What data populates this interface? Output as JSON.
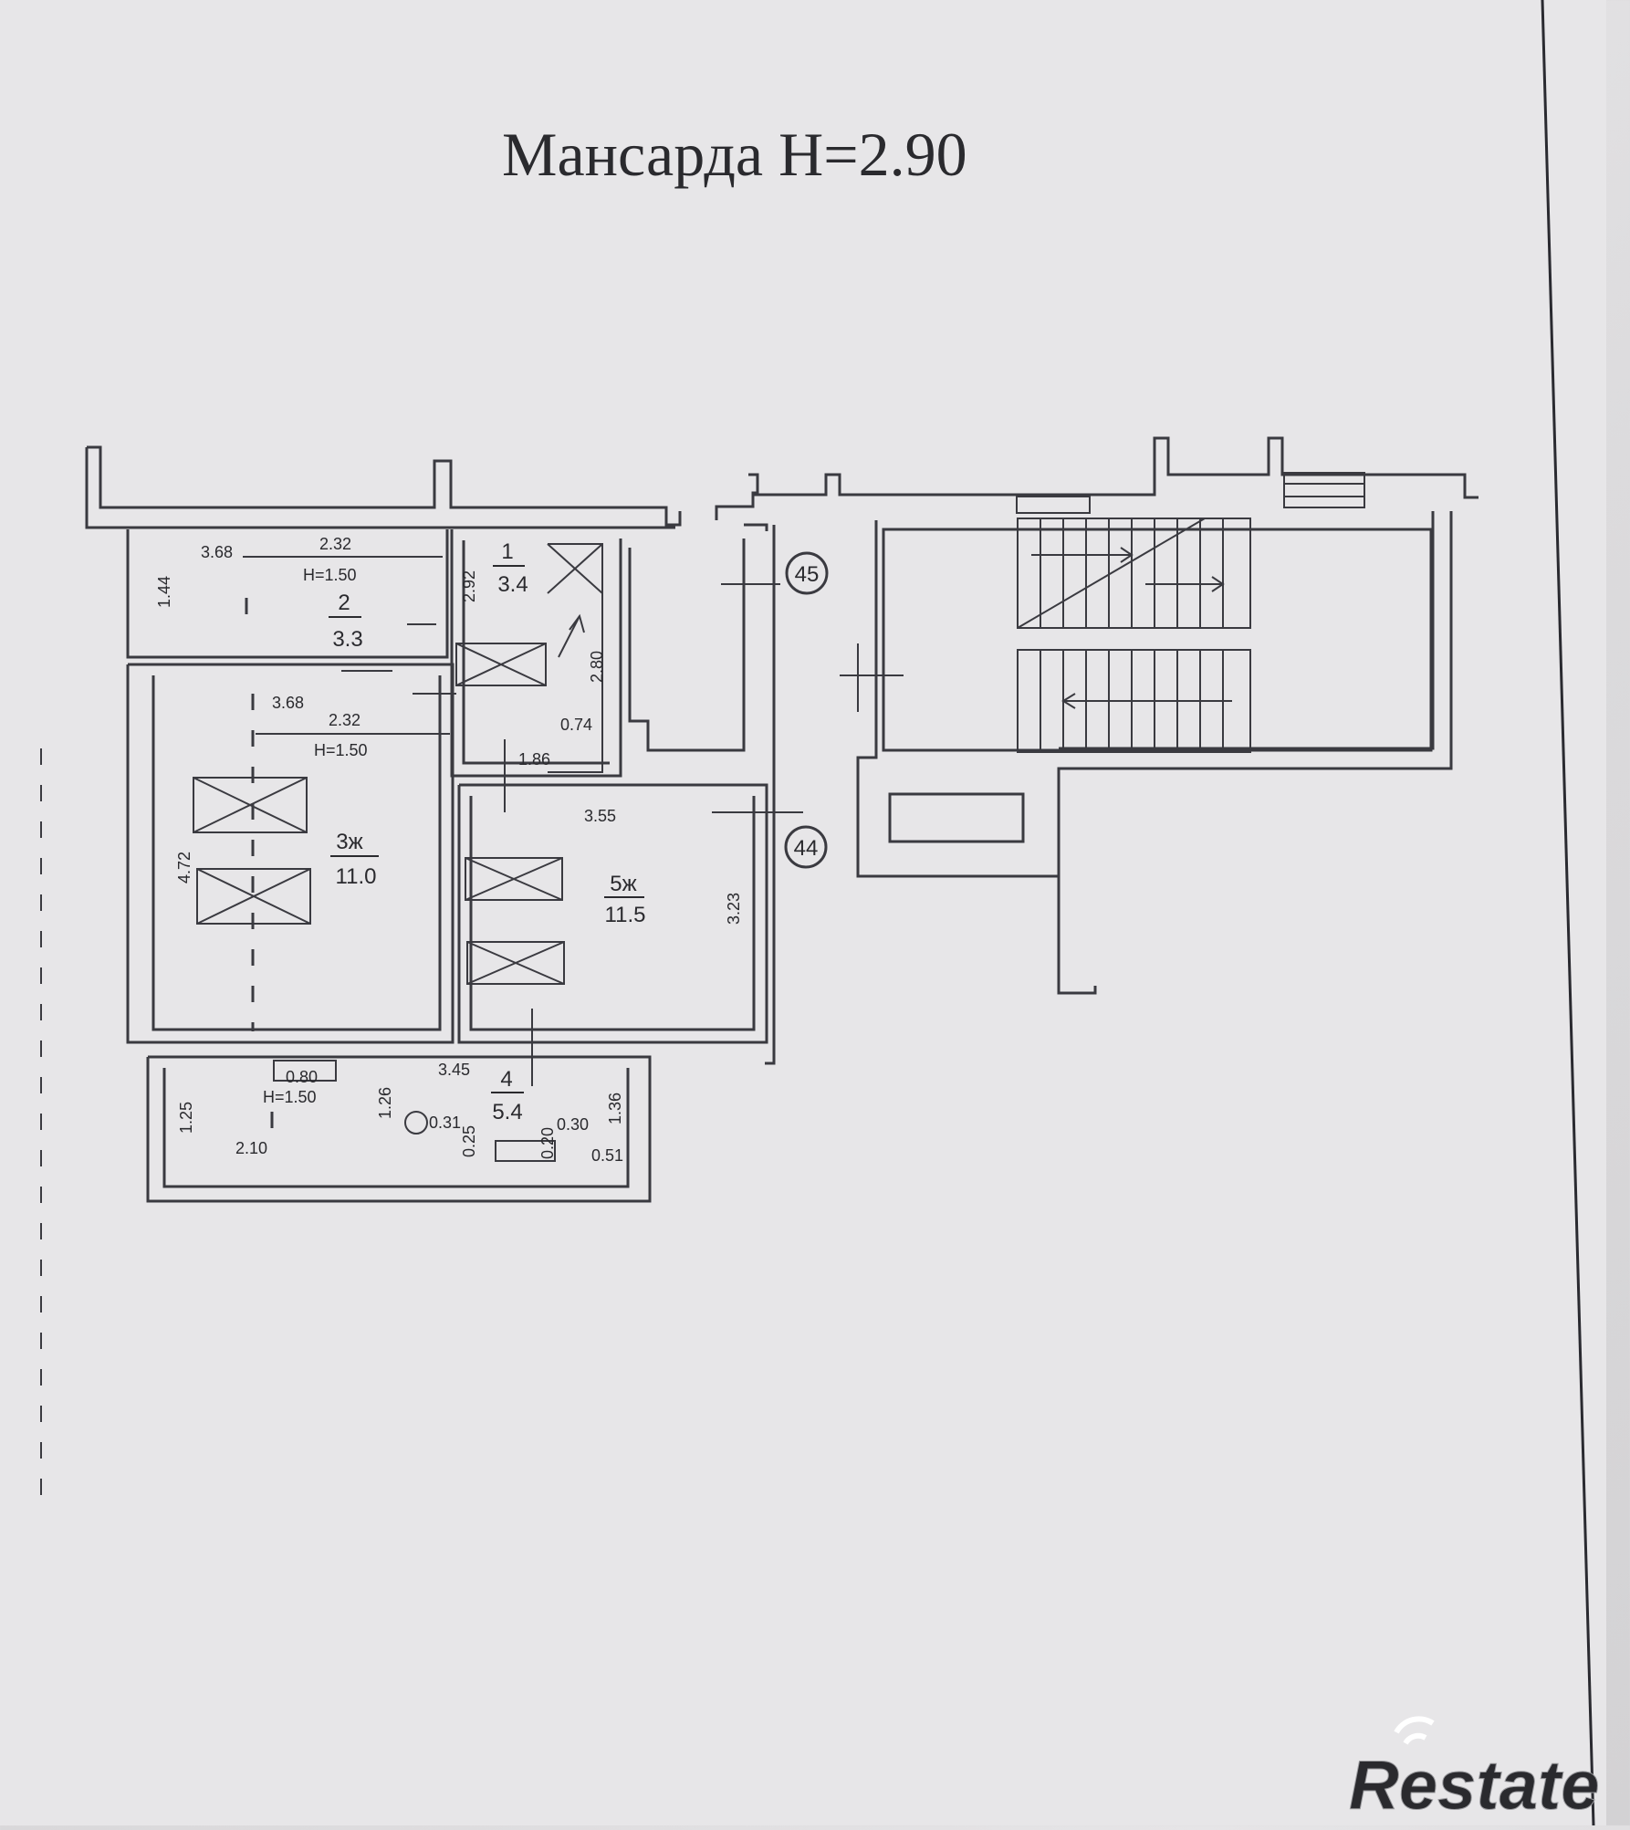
{
  "title": "Мансарда  H=2.90",
  "watermark": "Restate",
  "colors": {
    "paper": "#dedde0",
    "ink": "#3a3a40",
    "watermark": "#ffffff"
  },
  "rooms": [
    {
      "id": "room-1",
      "number": "1",
      "area": "3.4"
    },
    {
      "id": "room-2",
      "number": "2",
      "area": "3.3"
    },
    {
      "id": "room-3",
      "number": "3ж",
      "area": "11.0"
    },
    {
      "id": "room-4",
      "number": "4",
      "area": "5.4"
    },
    {
      "id": "room-5",
      "number": "5ж",
      "area": "11.5"
    }
  ],
  "axis_markers": [
    "45",
    "44"
  ],
  "dimensions": {
    "r2_w_left": "3.68",
    "r2_w": "2.32",
    "r2_h_line": "H=1.50",
    "r2_depth": "1.44",
    "r1_h": "2.92",
    "r1_stair": "2.80",
    "r1_a": "0.74",
    "r1_b": "1.86",
    "r3_w_left": "3.68",
    "r3_w": "2.32",
    "r3_h_line": "H=1.50",
    "r3_depth": "4.72",
    "r5_w": "3.55",
    "r5_depth": "3.23",
    "r4_a": "0.80",
    "r4_w": "3.45",
    "r4_h_line": "H=1.50",
    "r4_depth": "1.25",
    "r4_b": "1.26",
    "r4_c": "0.31",
    "r4_d": "0.25",
    "r4_e": "0.20",
    "r4_f": "0.30",
    "r4_g": "1.36",
    "r4_h": "0.51",
    "r4_i": "2.10"
  }
}
